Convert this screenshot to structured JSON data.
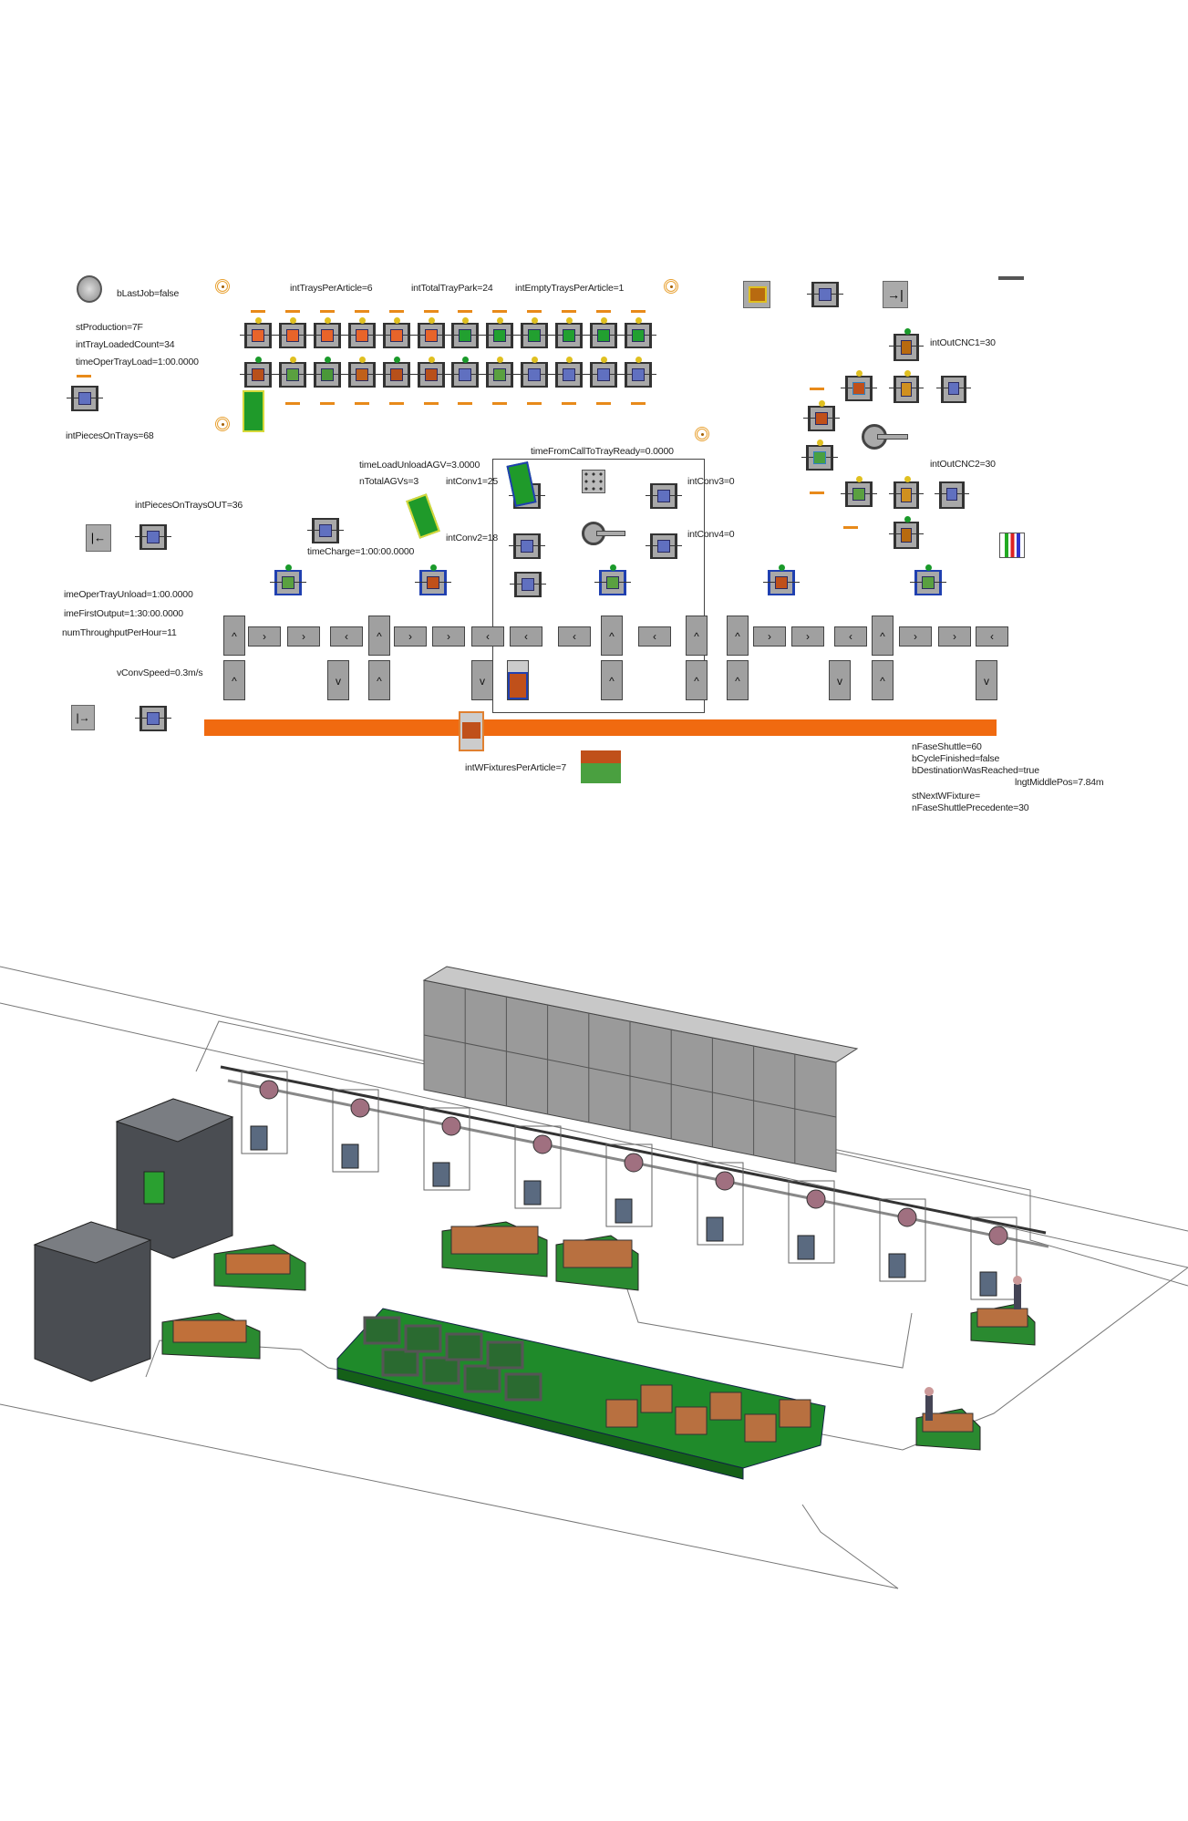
{
  "model": {
    "bLastJob": "bLastJob=false",
    "stProduction": "stProduction=7F",
    "intTrayLoadedCount": "intTrayLoadedCount=34",
    "timeOperTrayLoad": "timeOperTrayLoad=1:00.0000",
    "intPiecesOnTrays": "intPiecesOnTrays=68",
    "intTraysPerArticle": "intTraysPerArticle=6",
    "intTotalTrayPark": "intTotalTrayPark=24",
    "intEmptyTraysPerArticle": "intEmptyTraysPerArticle=1",
    "timeFromCallToTrayReady": "timeFromCallToTrayReady=0.0000",
    "timeLoadUnloadAGV": "timeLoadUnloadAGV=3.0000",
    "nTotalAGVs": "nTotalAGVs=3",
    "intConv1": "intConv1=25",
    "intConv2": "intConv2=18",
    "intConv3": "intConv3=0",
    "intConv4": "intConv4=0",
    "intPiecesOnTraysOUT": "intPiecesOnTraysOUT=36",
    "timeCharge": "timeCharge=1:00:00.0000",
    "intOutCNC1": "intOutCNC1=30",
    "intOutCNC2": "intOutCNC2=30",
    "timeOperTrayUnload": "imeOperTrayUnload=1:00.0000",
    "timeFirstOutput": "imeFirstOutput=1:30:00.0000",
    "numThroughputPerHour": "numThroughputPerHour=11",
    "vConvSpeed": "vConvSpeed=0.3m/s",
    "intWFixturesPerArticle": "intWFixturesPerArticle=7",
    "nFaseShuttle": "nFaseShuttle=60",
    "bCycleFinished": "bCycleFinished=false",
    "bDestinationWasReached": "bDestinationWasReached=true",
    "lngtMiddlePos": "lngtMiddlePos=7.84m",
    "stNextWFixture": "stNextWFixture=",
    "nFaseShuttlePrecedente": "nFaseShuttlePrecedente=30"
  },
  "trays_row1": [
    "#e8642a",
    "#e8642a",
    "#e8642a",
    "#e8642a",
    "#e8642a",
    "#e8642a",
    "#22a030",
    "#22a030",
    "#22a030",
    "#22a030",
    "#22a030",
    "#22a030"
  ],
  "trays_row2": [
    "#b8501a",
    "#5aa040",
    "#4a9838",
    "#c0601a",
    "#b8501a",
    "#b8501a",
    "#6070c0",
    "#5aa040",
    "#6070c0",
    "#6070c0",
    "#6070c0",
    "#6070c0"
  ],
  "station_trays": [
    "#5aa040",
    "#c0501a",
    "#6070c0",
    "#5aa040",
    "#c0501a",
    "#5aa040"
  ],
  "colors": {
    "conveyor_shuttle": "#f06a10",
    "accent_green": "#1f9a2a"
  }
}
